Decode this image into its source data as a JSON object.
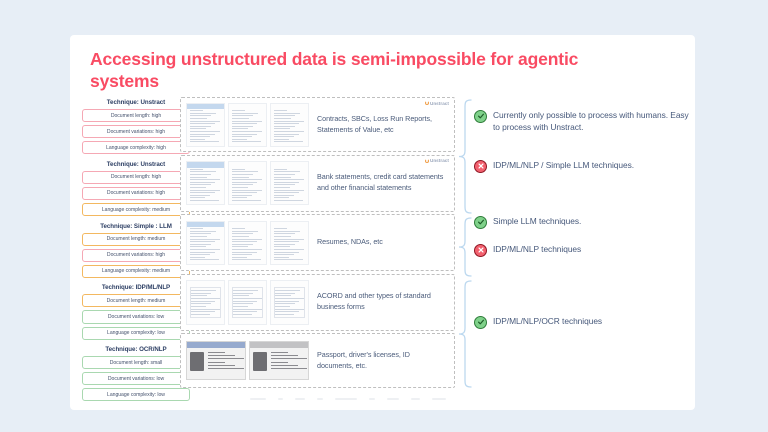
{
  "page": {
    "background_color": "#e7eef6",
    "card_background": "#ffffff"
  },
  "slide": {
    "title": "Accessing unstructured data is semi-impossible for agentic systems",
    "title_color": "#f94b63"
  },
  "legend_colors": {
    "high": "#f5a8b4",
    "medium": "#f3b860",
    "low": "#a9d8b0",
    "success": "#7fd18a",
    "failure": "#f2606e"
  },
  "techniques": [
    {
      "title": "Technique: Unstract",
      "attributes": [
        {
          "label": "Document length: high",
          "level": "high"
        },
        {
          "label": "Document variations: high",
          "level": "high"
        },
        {
          "label": "Language complexity: high",
          "level": "high"
        }
      ]
    },
    {
      "title": "Technique: Unstract",
      "attributes": [
        {
          "label": "Document length: high",
          "level": "high"
        },
        {
          "label": "Document variations: high",
          "level": "high"
        },
        {
          "label": "Language complexity: medium",
          "level": "medium"
        }
      ]
    },
    {
      "title": "Technique: Simple : LLM",
      "attributes": [
        {
          "label": "Document length: medium",
          "level": "medium"
        },
        {
          "label": "Document variations: high",
          "level": "high"
        },
        {
          "label": "Language complexity: medium",
          "level": "medium"
        }
      ]
    },
    {
      "title": "Technique: IDP/ML/NLP",
      "attributes": [
        {
          "label": "Document length: medium",
          "level": "medium"
        },
        {
          "label": "Document variations: low",
          "level": "low"
        },
        {
          "label": "Language complexity: low",
          "level": "low"
        }
      ]
    },
    {
      "title": "Technique: OCR/NLP",
      "attributes": [
        {
          "label": "Document length: small",
          "level": "low"
        },
        {
          "label": "Document variations: low",
          "level": "low"
        },
        {
          "label": "Language complexity: low",
          "level": "low"
        }
      ]
    }
  ],
  "document_rows": [
    {
      "description": "Contracts, SBCs, Loss Run Reports, Statements of Value, etc",
      "watermark": "Unstract",
      "thumbnail_count": 3,
      "thumbnail_kind": "document"
    },
    {
      "description": "Bank statements, credit card statements and other financial statements",
      "watermark": "Unstract",
      "thumbnail_count": 3,
      "thumbnail_kind": "document"
    },
    {
      "description": "Resumes, NDAs, etc",
      "watermark": "",
      "thumbnail_count": 3,
      "thumbnail_kind": "document"
    },
    {
      "description": "ACORD and other types of standard business forms",
      "watermark": "",
      "thumbnail_count": 3,
      "thumbnail_kind": "form"
    },
    {
      "description": "Passport, driver's licenses, ID documents, etc.",
      "watermark": "",
      "thumbnail_count": 2,
      "thumbnail_kind": "idcard"
    }
  ],
  "outcomes": [
    {
      "status": "success",
      "icon": "check-circle-icon",
      "text": "Currently only possible to process with humans. Easy to process with Unstract."
    },
    {
      "status": "failure",
      "icon": "cross-circle-icon",
      "text": "IDP/ML/NLP / Simple LLM techniques."
    },
    {
      "status": "success",
      "icon": "check-circle-icon",
      "text": "Simple LLM techniques."
    },
    {
      "status": "failure",
      "icon": "cross-circle-icon",
      "text": "IDP/ML/NLP techniques"
    },
    {
      "status": "success",
      "icon": "check-circle-icon",
      "text": "IDP/ML/NLP/OCR techniques"
    }
  ]
}
